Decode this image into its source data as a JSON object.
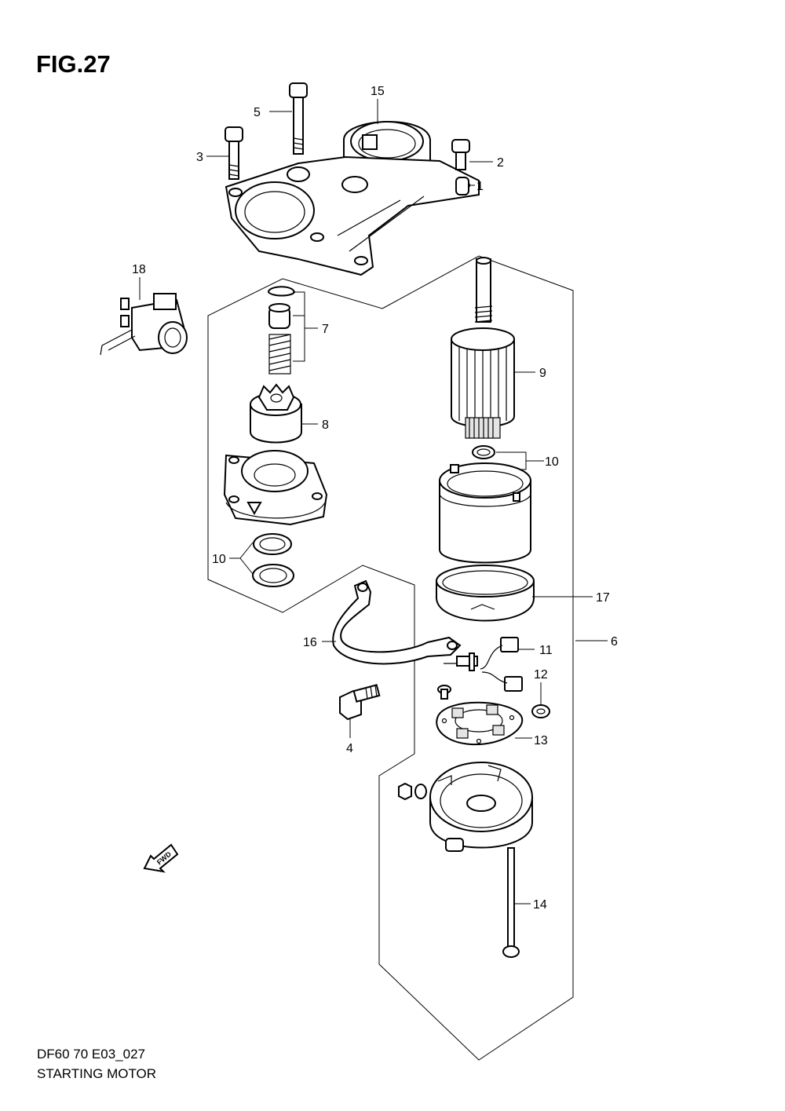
{
  "figure_title": "FIG.27",
  "footer": {
    "model_code": "DF60 70 E03_027",
    "diagram_name": "STARTING MOTOR"
  },
  "fwd_label": "FWD",
  "callouts": {
    "p1": "1",
    "p2": "2",
    "p3": "3",
    "p4": "4",
    "p5": "5",
    "p6": "6",
    "p7": "7",
    "p8": "8",
    "p9": "9",
    "p10a": "10",
    "p10b": "10",
    "p11": "11",
    "p12": "12",
    "p13": "13",
    "p14": "14",
    "p15": "15",
    "p16": "16",
    "p17": "17",
    "p18": "18"
  },
  "colors": {
    "line": "#000000",
    "background": "#ffffff",
    "shade": "#e4e4e4"
  }
}
